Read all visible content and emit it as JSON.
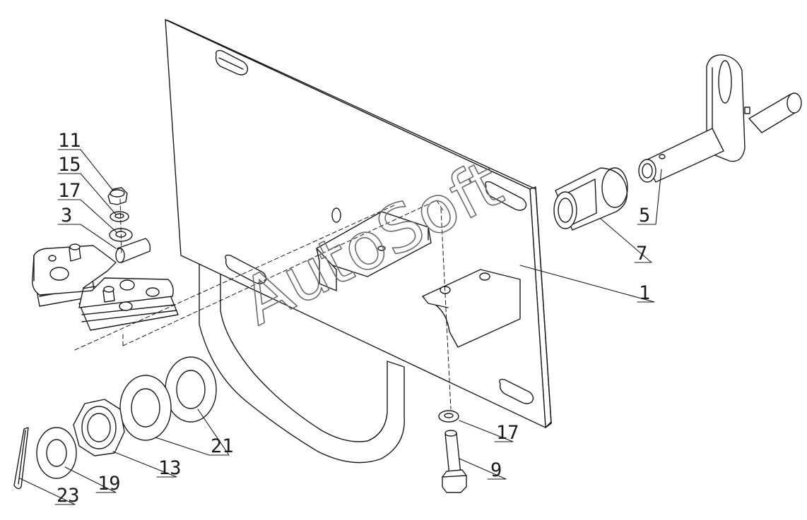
{
  "watermark": "AutoSoft",
  "colors": {
    "line": "#1a1a1a",
    "fill": "#ffffff",
    "watermark": "#6b6b6b"
  },
  "callouts": [
    {
      "id": "11",
      "label": "11"
    },
    {
      "id": "15",
      "label": "15"
    },
    {
      "id": "17a",
      "label": "17"
    },
    {
      "id": "3",
      "label": "3"
    },
    {
      "id": "5",
      "label": "5"
    },
    {
      "id": "7",
      "label": "7"
    },
    {
      "id": "1",
      "label": "1"
    },
    {
      "id": "17b",
      "label": "17"
    },
    {
      "id": "9",
      "label": "9"
    },
    {
      "id": "21",
      "label": "21"
    },
    {
      "id": "13",
      "label": "13"
    },
    {
      "id": "19",
      "label": "19"
    },
    {
      "id": "23",
      "label": "23"
    }
  ]
}
